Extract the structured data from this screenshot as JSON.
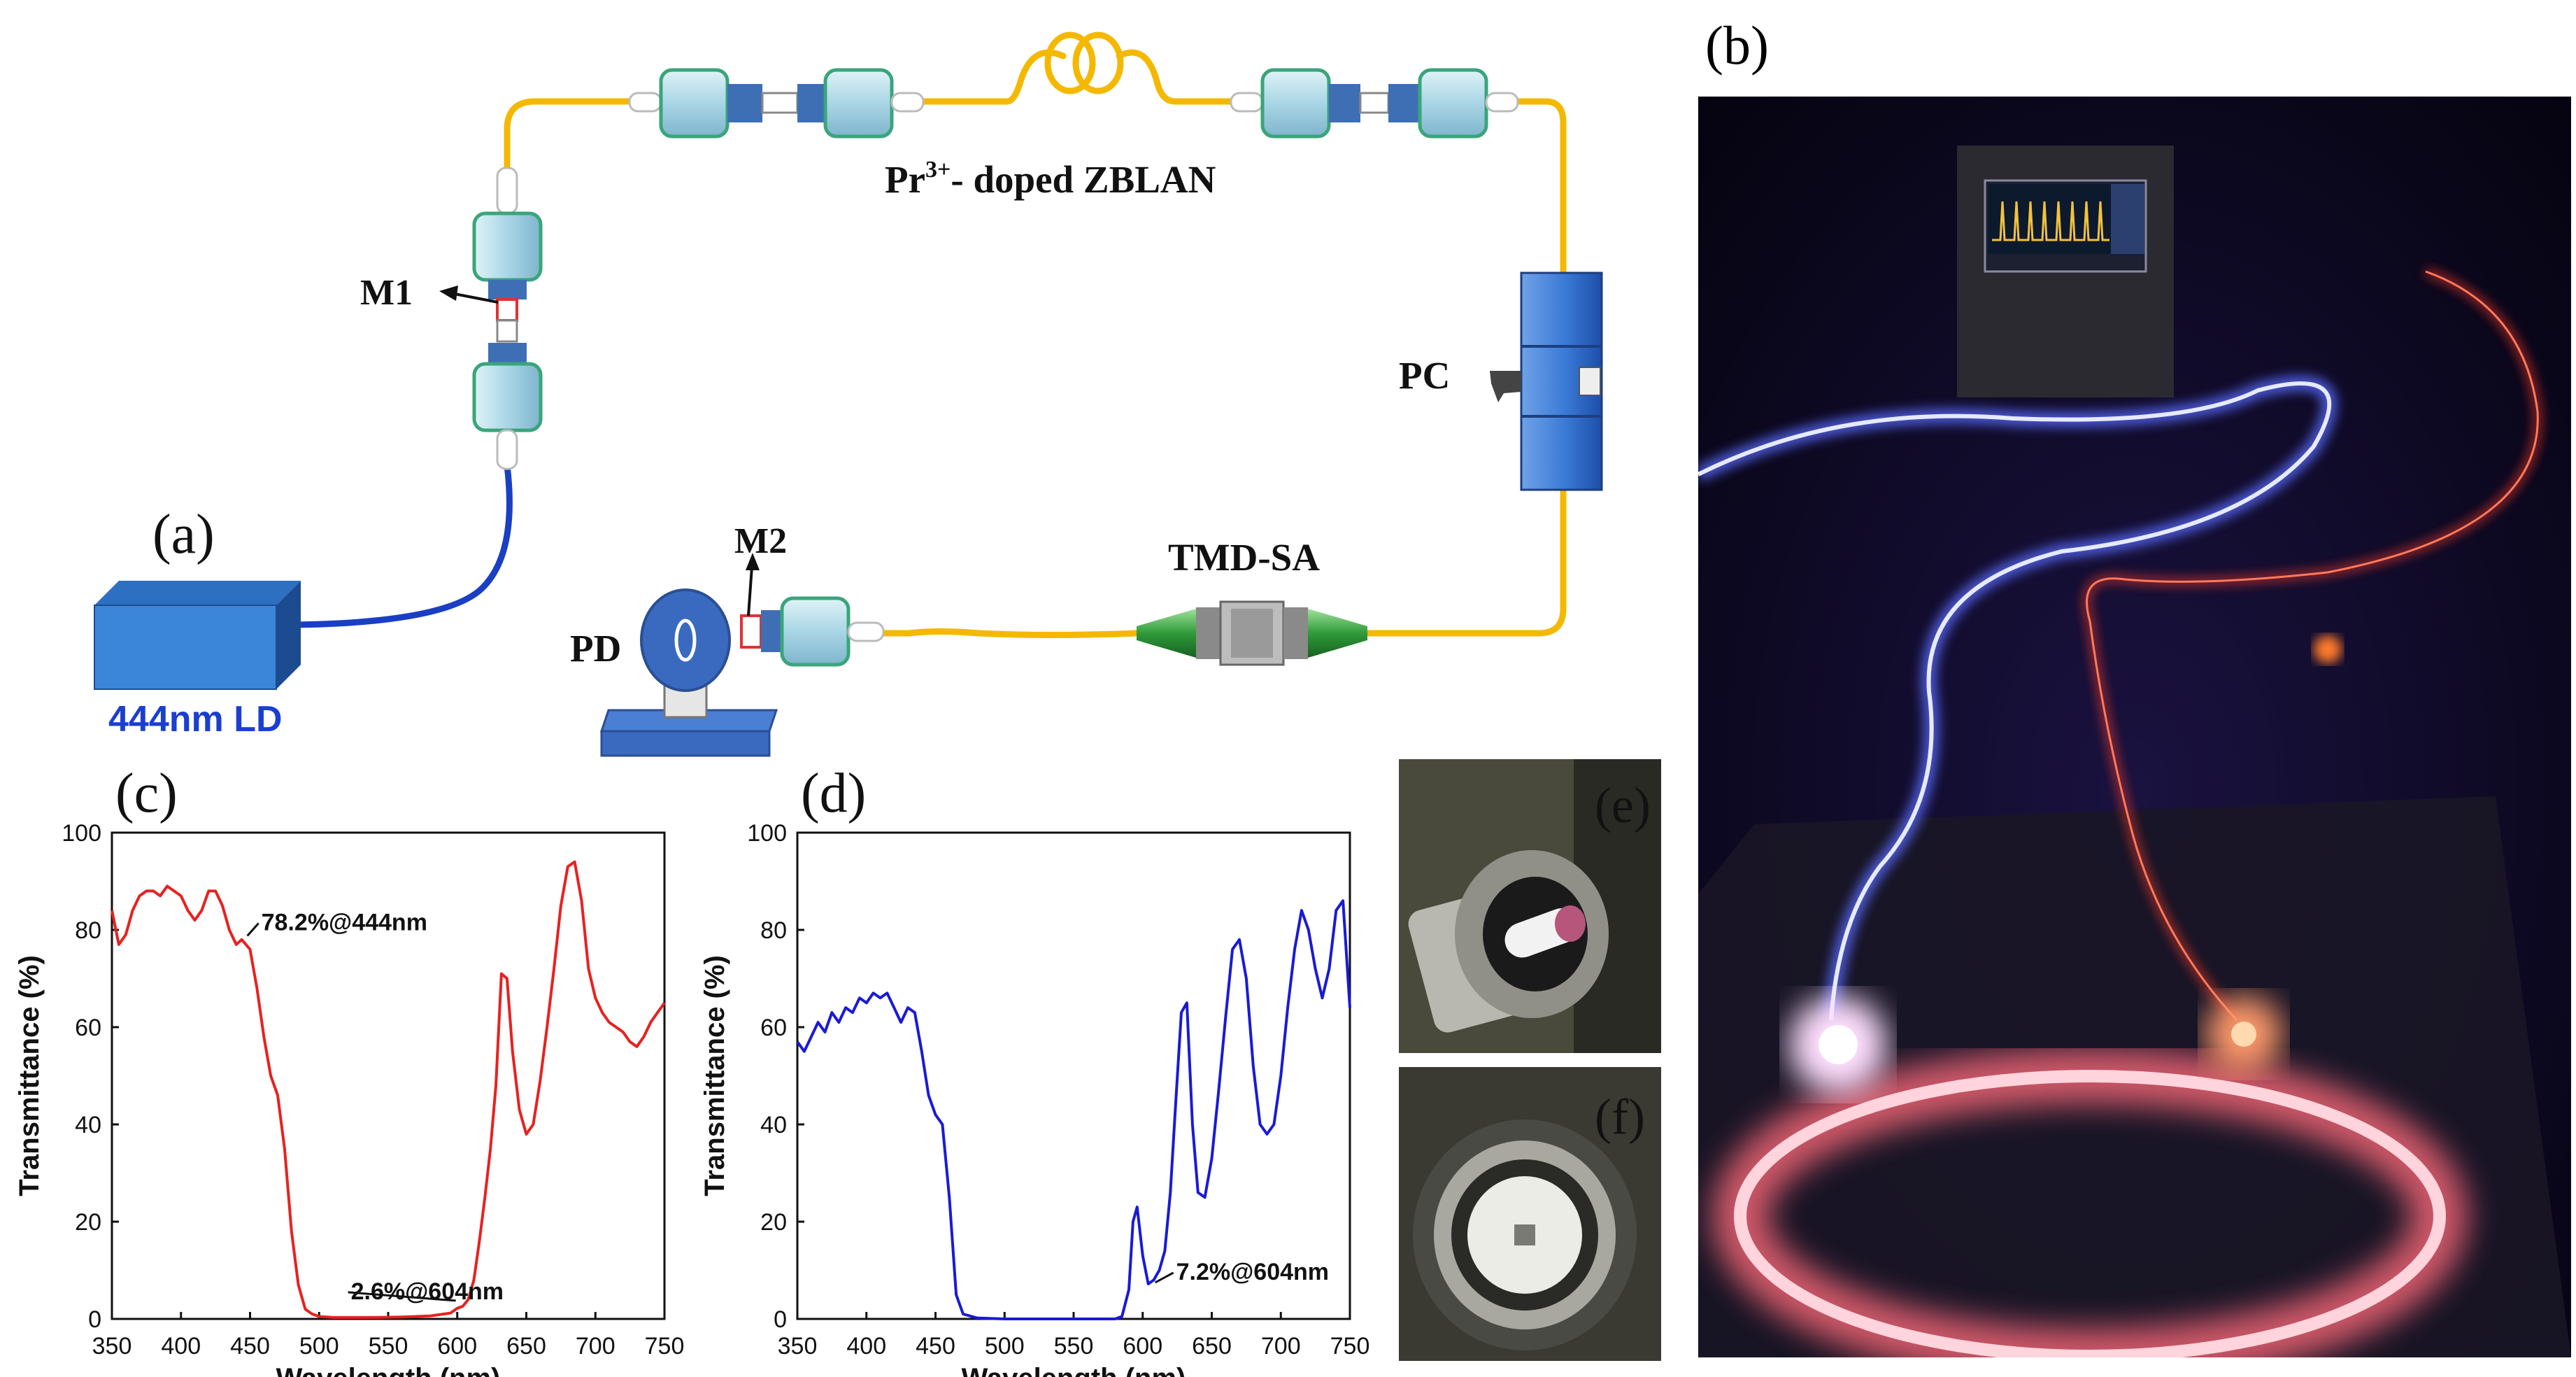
{
  "panel_a": {
    "panel_label": "(a)",
    "laser_label": "444nm LD",
    "fiber_label_base": "Pr",
    "fiber_label_sup": "3+",
    "fiber_label_rest": "- doped ZBLAN",
    "m1": "M1",
    "m2": "M2",
    "pc": "PC",
    "pd": "PD",
    "sa": "TMD-SA"
  },
  "panel_b": {
    "panel_label": "(b)"
  },
  "panel_e": {
    "panel_label": "(e)"
  },
  "panel_f": {
    "panel_label": "(f)"
  },
  "colors": {
    "red_curve": "#e8211f",
    "blue_curve": "#1a1ad6",
    "fiber": "#f5b800",
    "laser_blue": "#1a3fc4"
  },
  "chart_data": [
    {
      "panel_label": "(c)",
      "type": "line",
      "xlabel": "Wavelength (nm)",
      "ylabel": "Transmittance (%)",
      "xlim": [
        350,
        750
      ],
      "ylim": [
        0,
        100
      ],
      "xticks": [
        350,
        400,
        450,
        500,
        550,
        600,
        650,
        700,
        750
      ],
      "yticks": [
        0,
        20,
        40,
        60,
        80,
        100
      ],
      "color": "#e8211f",
      "annotations": [
        {
          "text": "78.2%@444nm",
          "x": 444,
          "y": 78.2
        },
        {
          "text": "2.6%@604nm",
          "x": 604,
          "y": 2.6
        }
      ],
      "x": [
        350,
        355,
        360,
        365,
        370,
        375,
        380,
        385,
        390,
        395,
        400,
        405,
        410,
        415,
        420,
        425,
        430,
        435,
        440,
        444,
        450,
        455,
        460,
        465,
        470,
        475,
        480,
        485,
        490,
        495,
        500,
        510,
        520,
        540,
        560,
        580,
        595,
        600,
        604,
        608,
        612,
        616,
        620,
        624,
        628,
        632,
        636,
        640,
        645,
        650,
        655,
        660,
        665,
        670,
        675,
        680,
        685,
        690,
        695,
        700,
        705,
        710,
        715,
        720,
        725,
        730,
        735,
        740,
        745,
        750
      ],
      "y": [
        84,
        77,
        79,
        84,
        87,
        88,
        88,
        87,
        89,
        88,
        87,
        84,
        82,
        84,
        88,
        88,
        85,
        80,
        77,
        78,
        76,
        68,
        58,
        50,
        46,
        35,
        18,
        7,
        2,
        1,
        0.5,
        0.3,
        0.3,
        0.3,
        0.4,
        0.6,
        1.2,
        2.2,
        2.6,
        4,
        8,
        16,
        25,
        35,
        48,
        71,
        70,
        55,
        43,
        38,
        40,
        49,
        60,
        72,
        85,
        93,
        94,
        86,
        72,
        66,
        63,
        61,
        60,
        59,
        57,
        56,
        58,
        61,
        63,
        65
      ]
    },
    {
      "panel_label": "(d)",
      "type": "line",
      "xlabel": "Wavelength (nm)",
      "ylabel": "Transmittance (%)",
      "xlim": [
        350,
        750
      ],
      "ylim": [
        0,
        100
      ],
      "xticks": [
        350,
        400,
        450,
        500,
        550,
        600,
        650,
        700,
        750
      ],
      "yticks": [
        0,
        20,
        40,
        60,
        80,
        100
      ],
      "color": "#1a1ad6",
      "annotations": [
        {
          "text": "7.2%@604nm",
          "x": 604,
          "y": 7.2
        }
      ],
      "x": [
        350,
        355,
        360,
        365,
        370,
        375,
        380,
        385,
        390,
        395,
        400,
        405,
        410,
        415,
        420,
        425,
        430,
        435,
        440,
        445,
        450,
        455,
        460,
        465,
        470,
        480,
        500,
        540,
        570,
        580,
        585,
        590,
        593,
        596,
        600,
        604,
        608,
        612,
        616,
        620,
        624,
        628,
        632,
        636,
        640,
        645,
        650,
        655,
        660,
        665,
        670,
        675,
        680,
        685,
        690,
        695,
        700,
        705,
        710,
        715,
        720,
        725,
        730,
        735,
        740,
        745,
        750
      ],
      "y": [
        57,
        55,
        58,
        61,
        59,
        63,
        61,
        64,
        63,
        66,
        65,
        67,
        66,
        67,
        64,
        61,
        64,
        63,
        55,
        46,
        42,
        40,
        25,
        5,
        1,
        0.2,
        0,
        0,
        0,
        0,
        0.5,
        6,
        20,
        23,
        13,
        7.2,
        8,
        10,
        14,
        26,
        45,
        63,
        65,
        40,
        26,
        25,
        33,
        47,
        62,
        76,
        78,
        70,
        52,
        40,
        38,
        40,
        50,
        64,
        76,
        84,
        80,
        72,
        66,
        72,
        84,
        86,
        64
      ]
    }
  ]
}
